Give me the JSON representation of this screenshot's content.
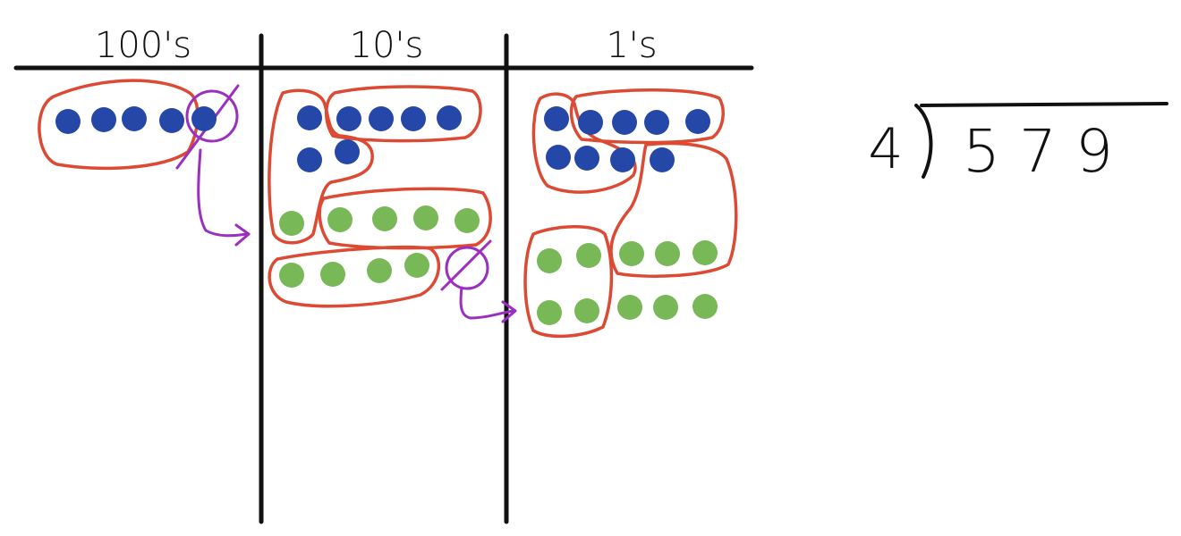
{
  "chart": {
    "headers": [
      "100's",
      "10's",
      "1's"
    ],
    "divisor": "4",
    "dividend": "5 7 9"
  },
  "colors": {
    "ink": "#111111",
    "blue_dot": "#2447a8",
    "green_dot": "#78b857",
    "group_loop": "#dd4a34",
    "regroup": "#9b2fc0"
  },
  "columns": [
    {
      "name": "hundreds",
      "blue": 5,
      "green": 0
    },
    {
      "name": "tens",
      "blue": 7,
      "green": 9
    },
    {
      "name": "ones",
      "blue": 9,
      "green": 10
    }
  ]
}
